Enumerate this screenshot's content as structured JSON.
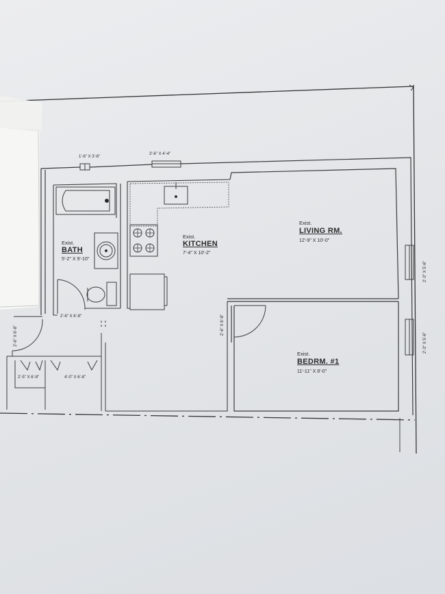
{
  "rooms": {
    "bath": {
      "tag": "Exist.",
      "name": "BATH",
      "dims": "5'-2\" X 9'-10\""
    },
    "kitchen": {
      "tag": "Exist.",
      "name": "KITCHEN",
      "dims": "7'-4\" X 10'-2\""
    },
    "living": {
      "tag": "Exist.",
      "name": "LIVING RM.",
      "dims": "12'-9\" X 10'-0\""
    },
    "bedroom": {
      "tag": "Exist.",
      "name": "BEDRM. #1",
      "dims": "11'-11\" X 8'-0\""
    }
  },
  "windows": {
    "bath": "1'-6\" X 3'-6\"",
    "kitchen": "3'-6\" X 4'-4\"",
    "living": "2'-3\" X 5'-6\"",
    "bedroom": "2'-3\" X 5'-6\""
  },
  "doors": {
    "bath": "2'-6\" X 6'-8\"",
    "bedroom": "2'-6\" X 6'-8\"",
    "left": "2'-6\" X 6'-8\"",
    "closet_small": "2'-5\" X 6'-8\"",
    "closet_large": "4'-0\" X 6'-8\""
  },
  "colors": {
    "paper": "#e3e5e8",
    "line": "#3a3a3a",
    "tape": "#f4f4f2"
  }
}
